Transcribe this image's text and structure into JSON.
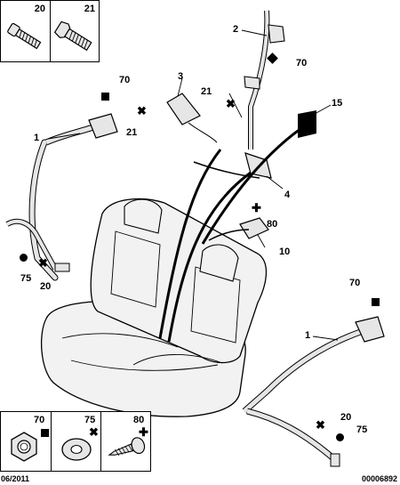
{
  "legend_top": {
    "left_label": "20",
    "right_label": "21",
    "left_icon": "screw-icon",
    "right_icon": "bolt-icon"
  },
  "legend_bottom": {
    "left_label": "70",
    "middle_label": "75",
    "right_label": "80",
    "left_icon": "hex-nut-icon",
    "middle_icon": "washer-icon",
    "right_icon": "self-tapping-screw-icon",
    "left_mark": "square",
    "middle_mark": "cross",
    "right_mark": "plus"
  },
  "callouts": {
    "c2": "2",
    "c70_top": "70",
    "c3": "3",
    "c21_center": "21",
    "c15": "15",
    "c70_left": "70",
    "c1_left": "1",
    "c21_left": "21",
    "c4": "4",
    "c80": "80",
    "c10": "10",
    "c75_left": "75",
    "c20_left": "20",
    "c70_right": "70",
    "c1_right": "1",
    "c20_right": "20",
    "c75_right": "75"
  },
  "footer": {
    "date": "06/2011",
    "reference": "00006892"
  },
  "colors": {
    "ink": "#000000",
    "part_fill": "#e6e6e6",
    "seat_fill": "#f2f2f2"
  }
}
